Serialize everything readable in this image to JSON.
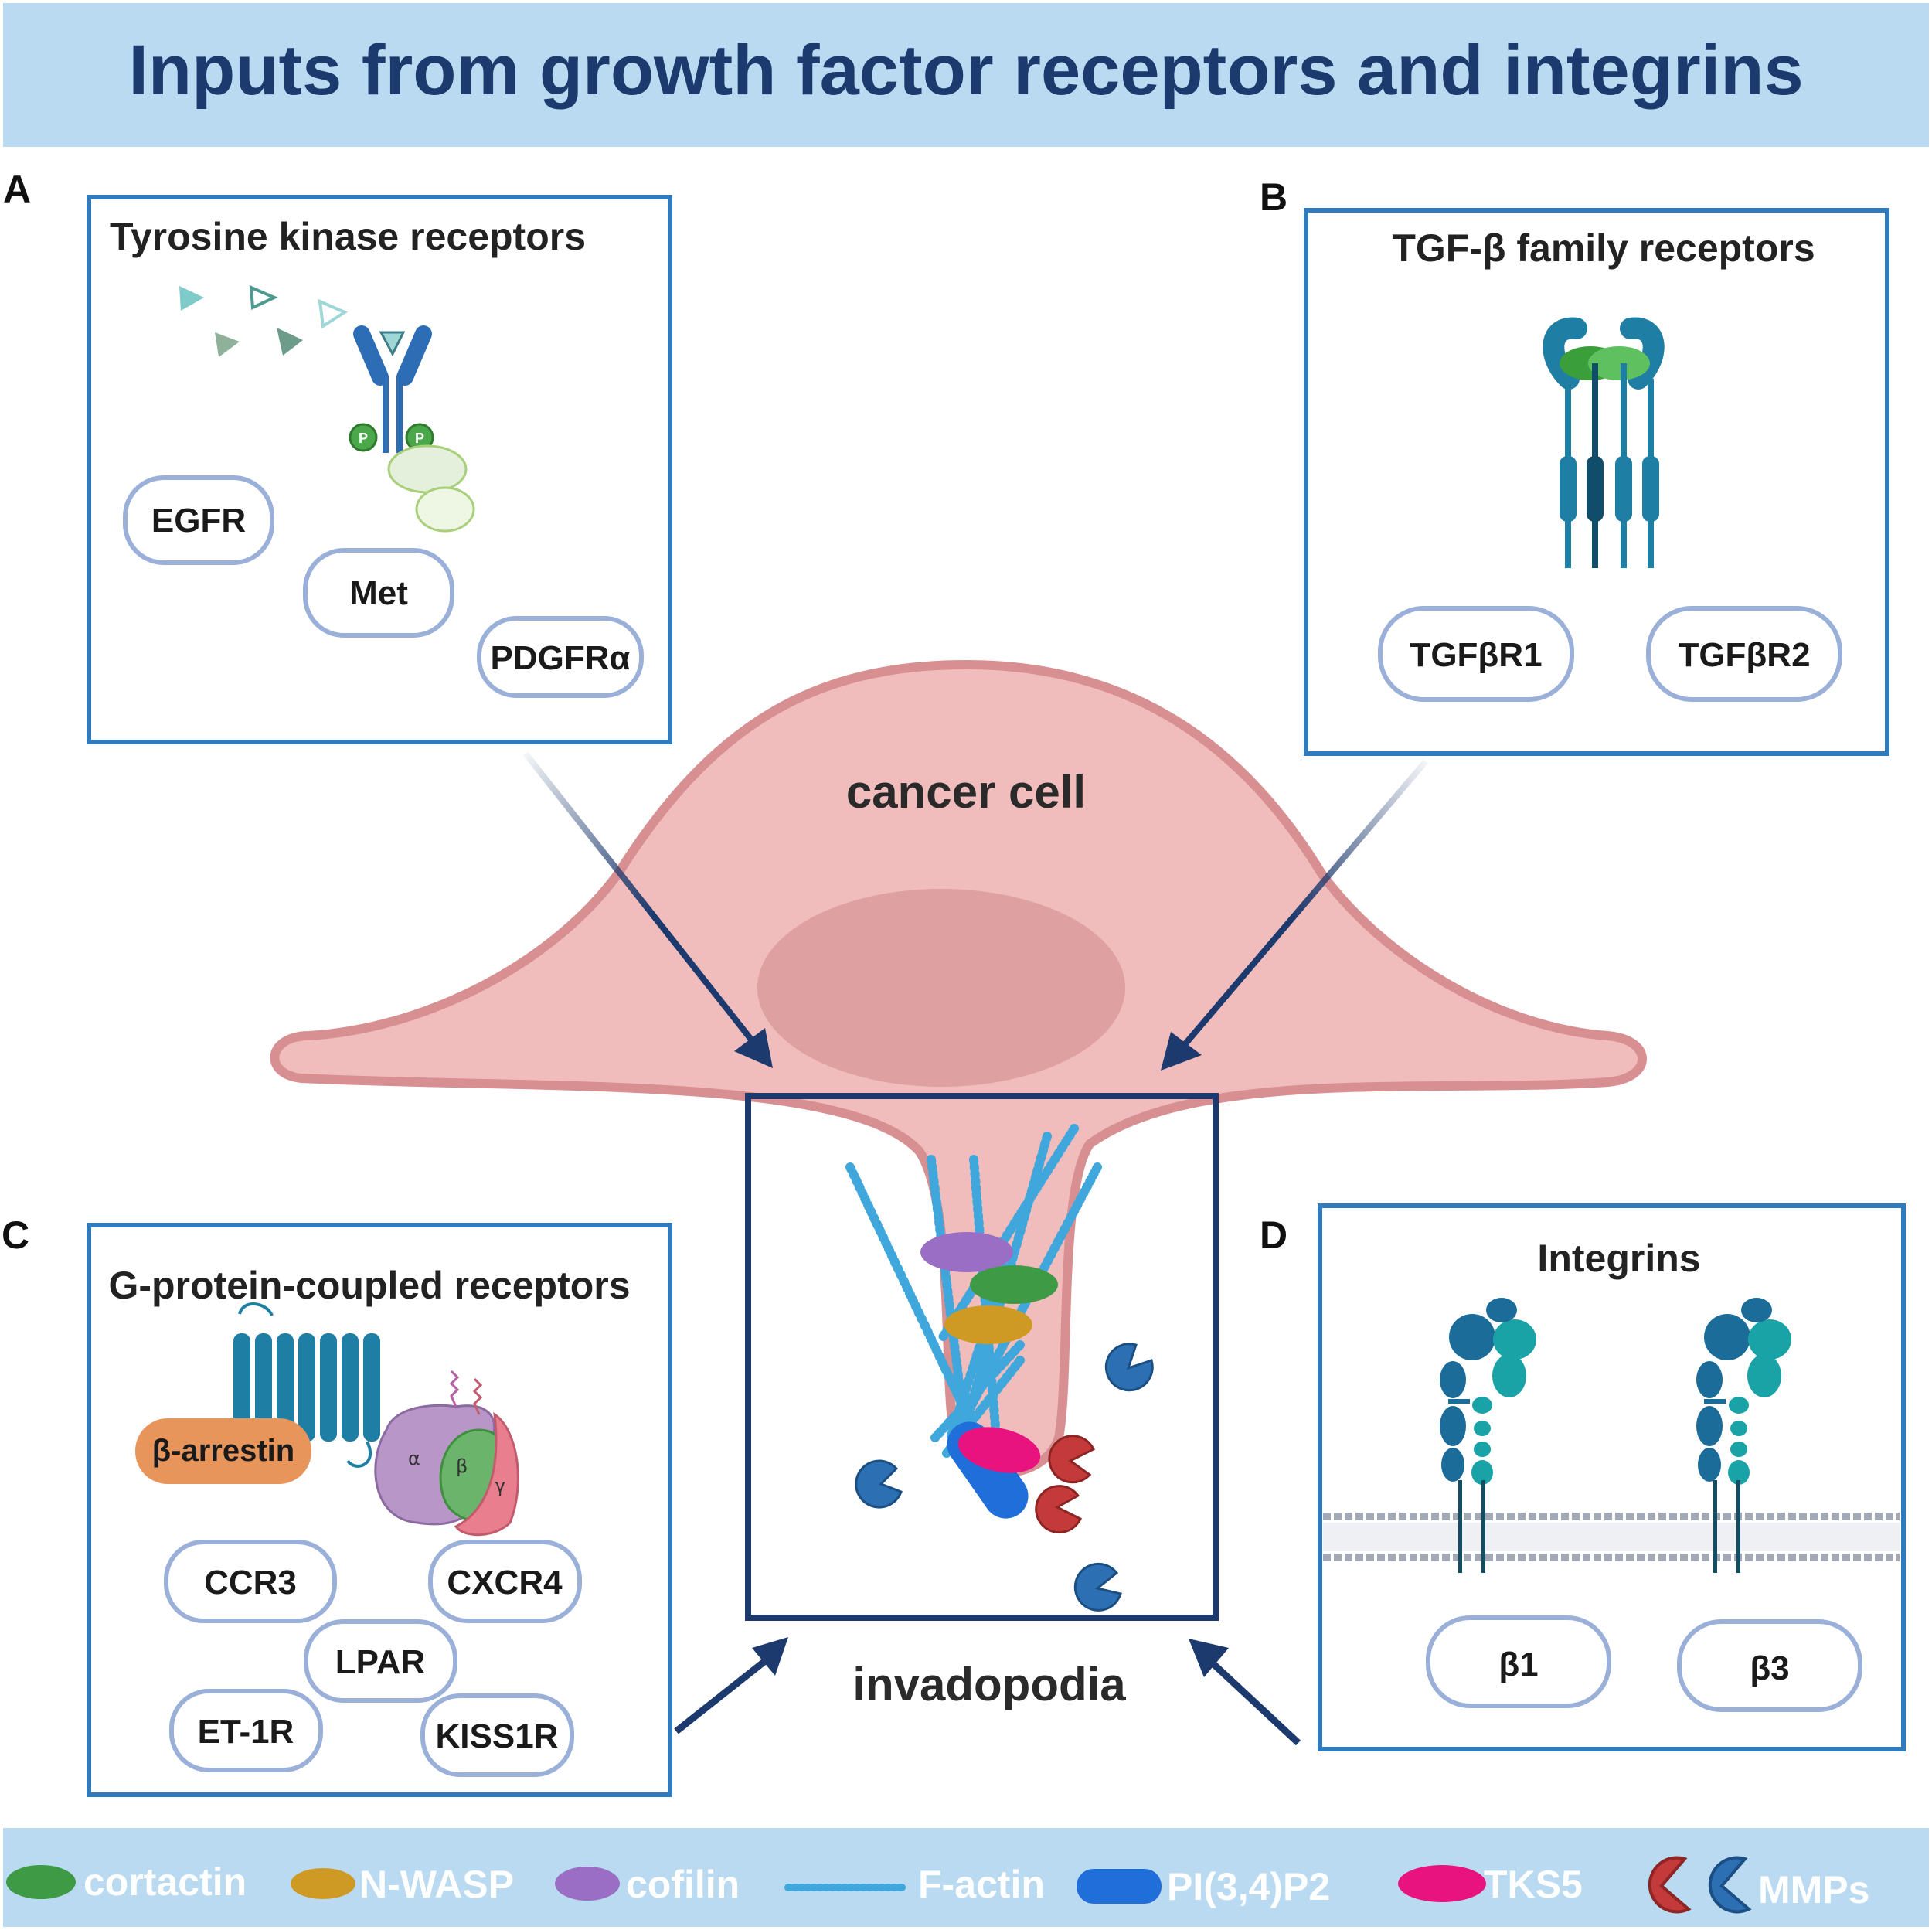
{
  "title": "Inputs from growth factor receptors and integrins",
  "colors": {
    "header_bg": "#b9daf1",
    "title": "#1c3a6e",
    "panel_border": "#2f7bbd",
    "pill_border": "#9ab0d8",
    "cell_fill": "#f0bcbc",
    "cell_stroke": "#d88f92",
    "nucleus": "#dea0a0",
    "arrow": "#1c3a6e",
    "legend_bg": "#b9daf1"
  },
  "panels": {
    "a": {
      "letter": "A",
      "title": "Tyrosine kinase receptors",
      "pills": [
        "EGFR",
        "Met",
        "PDGFRα"
      ],
      "phospho": "P"
    },
    "b": {
      "letter": "B",
      "title": "TGF-β family receptors",
      "pills": [
        "TGFβR1",
        "TGFβR2"
      ]
    },
    "c": {
      "letter": "C",
      "title": "G-protein-coupled receptors",
      "arrestin": "β-arrestin",
      "subunits": [
        "α",
        "β",
        "γ"
      ],
      "pills": [
        "CCR3",
        "CXCR4",
        "LPAR",
        "ET-1R",
        "KISS1R"
      ]
    },
    "d": {
      "letter": "D",
      "title": "Integrins",
      "pills": [
        "β1",
        "β3"
      ]
    }
  },
  "cell_label": "cancer cell",
  "invadopodia_label": "invadopodia",
  "legend": {
    "items": [
      {
        "label": "cortactin",
        "icon": "green-oval",
        "color": "#3e9a45"
      },
      {
        "label": "N-WASP",
        "icon": "gold-oval",
        "color": "#cf9a24"
      },
      {
        "label": "cofilin",
        "icon": "purple-oval",
        "color": "#9a6ec4"
      },
      {
        "label": "F-actin",
        "icon": "actin-filament",
        "color": "#3fa7db"
      },
      {
        "label": "PI(3,4)P2",
        "icon": "blue-capsule",
        "color": "#1f6ed9"
      },
      {
        "label": "TKS5",
        "icon": "magenta-oval",
        "color": "#e8137e"
      },
      {
        "label": "MMPs",
        "icon": "pacman-icons",
        "color": "#c43a3a"
      }
    ]
  }
}
